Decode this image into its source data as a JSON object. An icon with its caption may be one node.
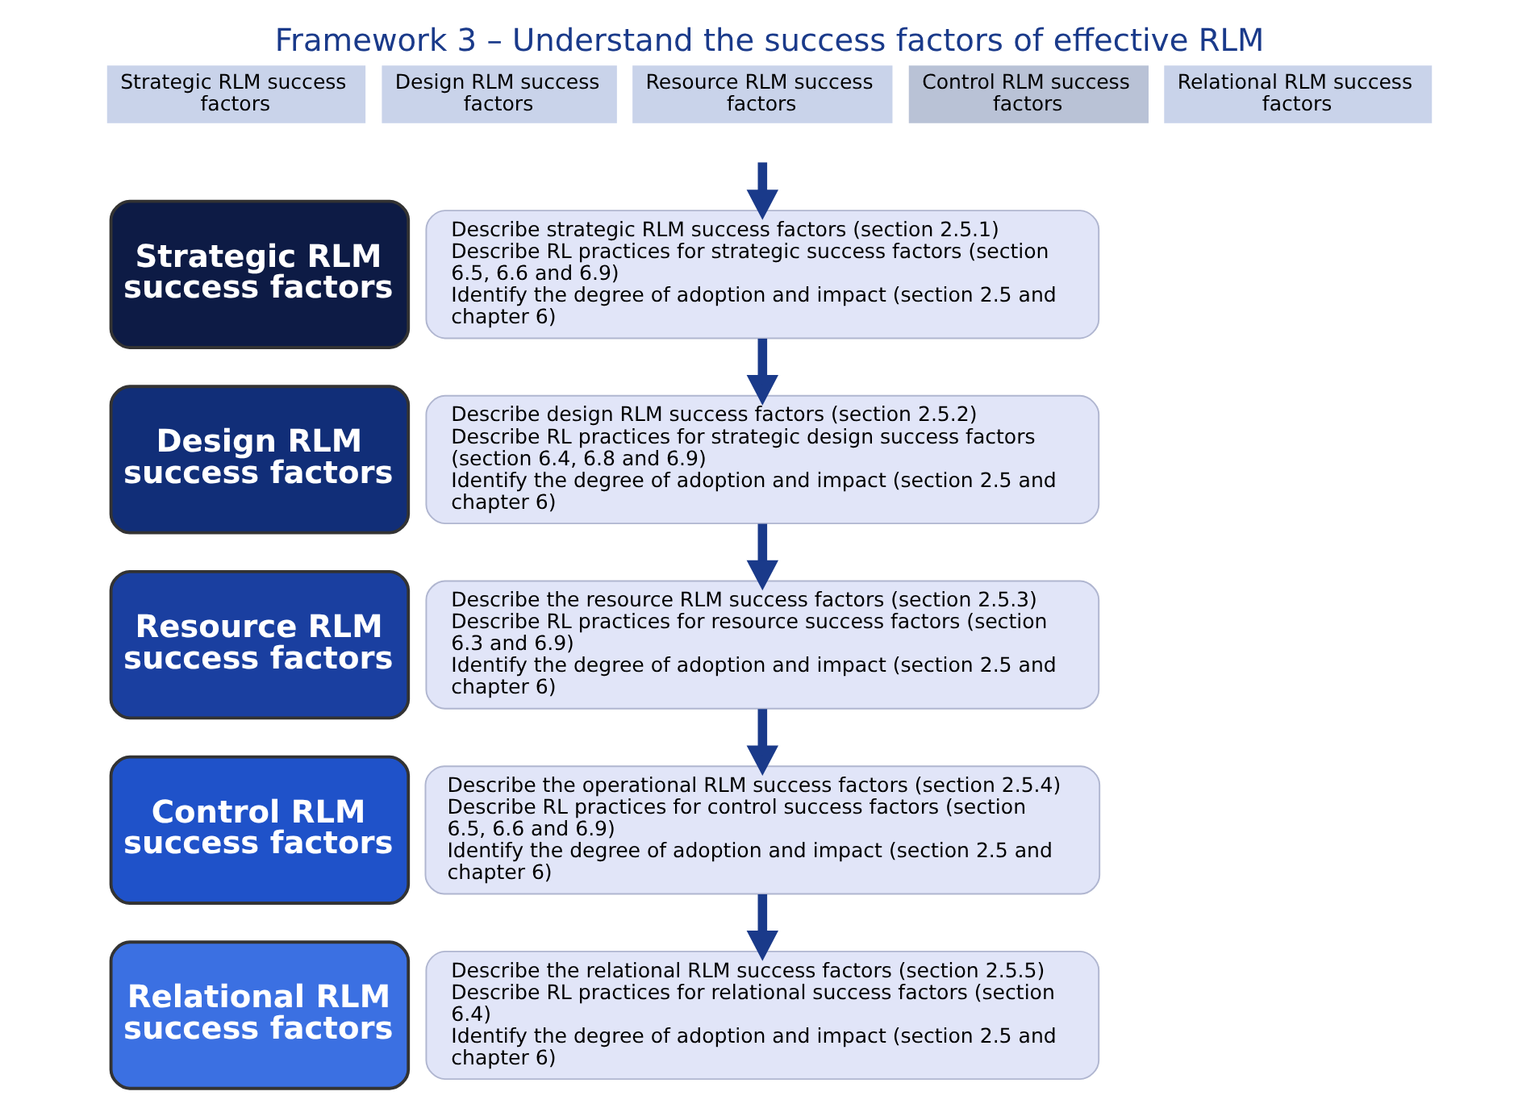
{
  "diagram": {
    "title": "Framework 3 – Understand the success factors of effective RLM",
    "nodes": [
      {
        "text": [
          "Strategic RLM success factors"
        ]
      },
      {
        "text": [
          "Design RLM success factors"
        ]
      },
      {
        "text": [
          "Resource RLM success factors"
        ]
      },
      {
        "text": [
          "Control RLM success factors"
        ]
      },
      {
        "text": [
          "Relational RLM success factors"
        ]
      },
      {
        "text": [
          "Strategic RLM success factors"
        ]
      },
      {
        "text": [
          "Describe strategic RLM success factors (section 2.5.1)",
          "Describe RL practices for strategic success factors (section 6.5, 6.6 and 6.9)",
          "Identify the degree of adoption and impact (section 2.5 and chapter 6)"
        ]
      },
      {
        "text": [
          "Design RLM success factors"
        ]
      },
      {
        "text": [
          "Describe design RLM success factors (section 2.5.2)",
          "Describe RL practices for strategic design success factors (section 6.4, 6.8 and 6.9)",
          "Identify the degree of adoption and impact (section 2.5 and chapter 6)"
        ]
      },
      {
        "text": [
          "Resource RLM success factors"
        ]
      },
      {
        "text": [
          "Describe the resource RLM success factors (section 2.5.3)",
          "Describe RL practices for resource success factors (section 6.3 and 6.9)",
          "Identify the degree of adoption and impact (section 2.5 and chapter 6)"
        ]
      },
      {
        "text": [
          "Control RLM success factors"
        ]
      },
      {
        "text": [
          "Describe the operational RLM success factors (section 2.5.4)",
          "Describe RL practices for control success factors (section 6.5, 6.6 and 6.9)",
          "Identify the degree of adoption and impact (section 2.5 and chapter 6)"
        ]
      },
      {
        "text": [
          "Relational RLM success factors"
        ]
      },
      {
        "text": [
          "Describe the relational RLM success factors (section 2.5.5)",
          "Describe RL practices for relational success factors (section 6.4)",
          "Identify the degree of adoption and impact (section 2.5 and chapter 6)"
        ]
      }
    ],
    "edges": [
      {
        "from": null,
        "to": 6,
        "arrow": "to"
      },
      {
        "from": 6,
        "to": 8,
        "arrow": "to"
      },
      {
        "from": 8,
        "to": 10,
        "arrow": "to"
      },
      {
        "from": 10,
        "to": 12,
        "arrow": "to"
      },
      {
        "from": 12,
        "to": 14,
        "arrow": "to"
      }
    ]
  }
}
